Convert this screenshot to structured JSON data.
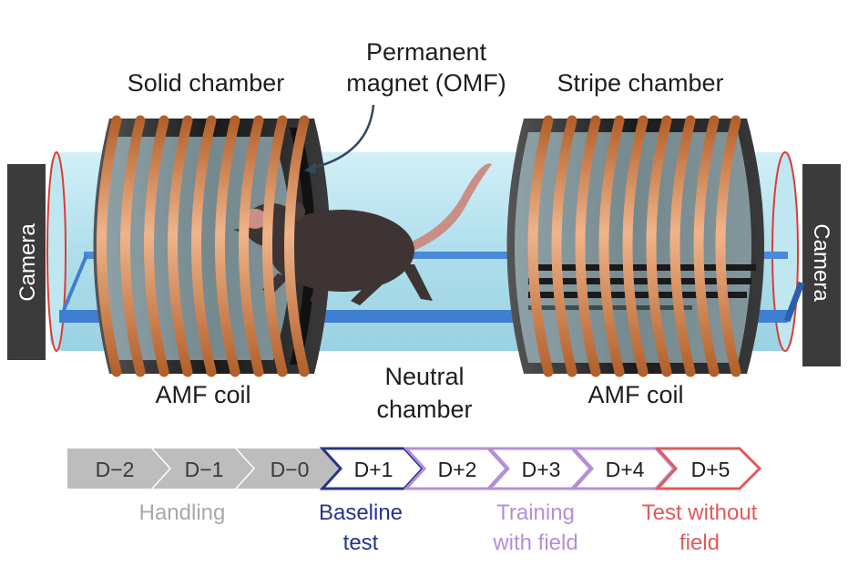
{
  "labels": {
    "solid_chamber": "Solid chamber",
    "permanent_magnet_line1": "Permanent",
    "permanent_magnet_line2": "magnet (OMF)",
    "stripe_chamber": "Stripe chamber",
    "camera_left": "Camera",
    "camera_right": "Camera",
    "amf_coil_left": "AMF coil",
    "amf_coil_right": "AMF coil",
    "neutral_line1": "Neutral",
    "neutral_line2": "chamber"
  },
  "timeline": {
    "steps": [
      "D−2",
      "D−1",
      "D−0",
      "D+1",
      "D+2",
      "D+3",
      "D+4",
      "D+5"
    ],
    "phases": [
      {
        "line1": "Handling",
        "line2": "",
        "color": "#a9a9a9"
      },
      {
        "line1": "Baseline",
        "line2": "test",
        "color": "#27348b"
      },
      {
        "line1": "Training",
        "line2": "with field",
        "color": "#b48fd9"
      },
      {
        "line1": "Test without",
        "line2": "field",
        "color": "#e05a5a"
      }
    ]
  },
  "colors": {
    "coil": "#c8743e",
    "coil_highlight": "#e8a57a",
    "tube": "#a8dbea",
    "chamber_ring": "#2a2a2a",
    "blue_rail": "#3f7fd1",
    "camera": "#3b3b3b",
    "mouse": "#3e3433",
    "handling": "#bdbdbd",
    "baseline": "#27348b",
    "training": "#b48fd9",
    "test": "#e05a5a"
  }
}
